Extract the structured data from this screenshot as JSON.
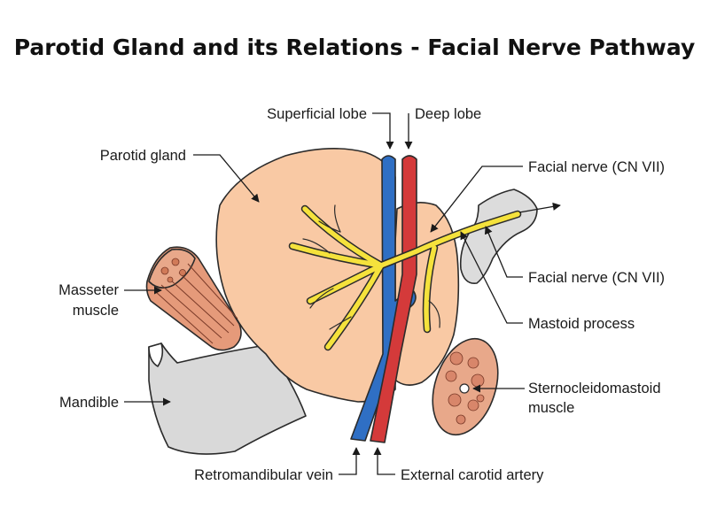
{
  "title": "Parotid Gland and its Relations - Facial Nerve Pathway",
  "labels": {
    "superficial_lobe": "Superficial lobe",
    "deep_lobe": "Deep lobe",
    "parotid_gland": "Parotid gland",
    "facial_nerve_top": "Facial nerve (CN VII)",
    "facial_nerve_mid": "Facial nerve (CN VII)",
    "masseter_line1": "Masseter",
    "masseter_line2": "muscle",
    "mastoid_process": "Mastoid process",
    "mandible": "Mandible",
    "scm_line1": "Sternocleidomastoid",
    "scm_line2": "muscle",
    "retromandibular_vein": "Retromandibular vein",
    "external_carotid_artery": "External carotid artery"
  },
  "colors": {
    "gland": "#f9c9a4",
    "vein": "#2f6fc4",
    "artery": "#d43a3a",
    "nerve": "#f5e23c",
    "muscle": "#e59a7a",
    "bone": "#d9d9d9",
    "outline": "#2b2b2b"
  }
}
